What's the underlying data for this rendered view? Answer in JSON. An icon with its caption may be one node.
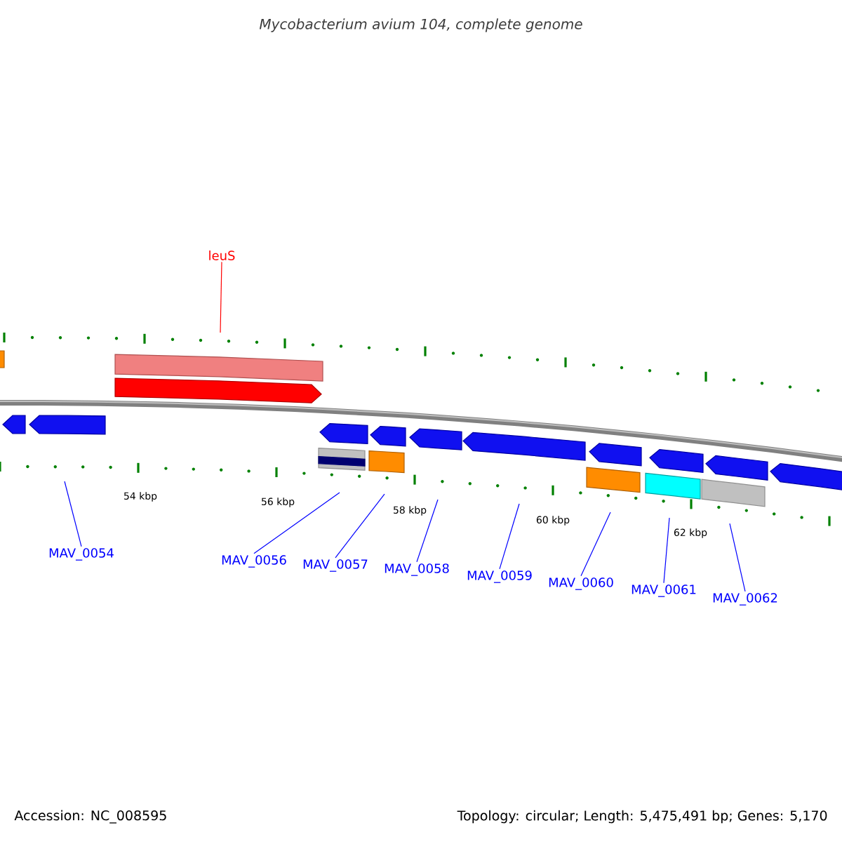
{
  "diagram": {
    "title": "Mycobacterium avium 104, complete genome",
    "nodes": [
      {
        "text": [
          "leuS"
        ]
      },
      {
        "text": [
          "MAV_0054"
        ]
      },
      {
        "text": [
          "MAV_0056"
        ]
      },
      {
        "text": [
          "MAV_0057"
        ]
      },
      {
        "text": [
          "MAV_0058"
        ]
      },
      {
        "text": [
          "MAV_0059"
        ]
      },
      {
        "text": [
          "MAV_0060"
        ]
      },
      {
        "text": [
          "MAV_0061"
        ]
      },
      {
        "text": [
          "MAV_0062"
        ]
      }
    ],
    "edges": [
      {
        "from": 0,
        "to": null,
        "arrow": "none",
        "color": "#ff0000"
      },
      {
        "from": 1,
        "to": null,
        "arrow": "none"
      },
      {
        "from": 2,
        "to": null,
        "arrow": "none"
      },
      {
        "from": 3,
        "to": null,
        "arrow": "none"
      },
      {
        "from": 4,
        "to": null,
        "arrow": "none"
      },
      {
        "from": 5,
        "to": null,
        "arrow": "none"
      },
      {
        "from": 6,
        "to": null,
        "arrow": "none"
      },
      {
        "from": 7,
        "to": null,
        "arrow": "none"
      },
      {
        "from": 8,
        "to": null,
        "arrow": "none"
      }
    ],
    "labels": [
      "54 kbp",
      "56 kbp",
      "58 kbp",
      "60 kbp",
      "62 kbp",
      "Accession: NC_008595",
      "Topology: circular; Length: 5,475,491 bp; Genes: 5,170"
    ]
  }
}
